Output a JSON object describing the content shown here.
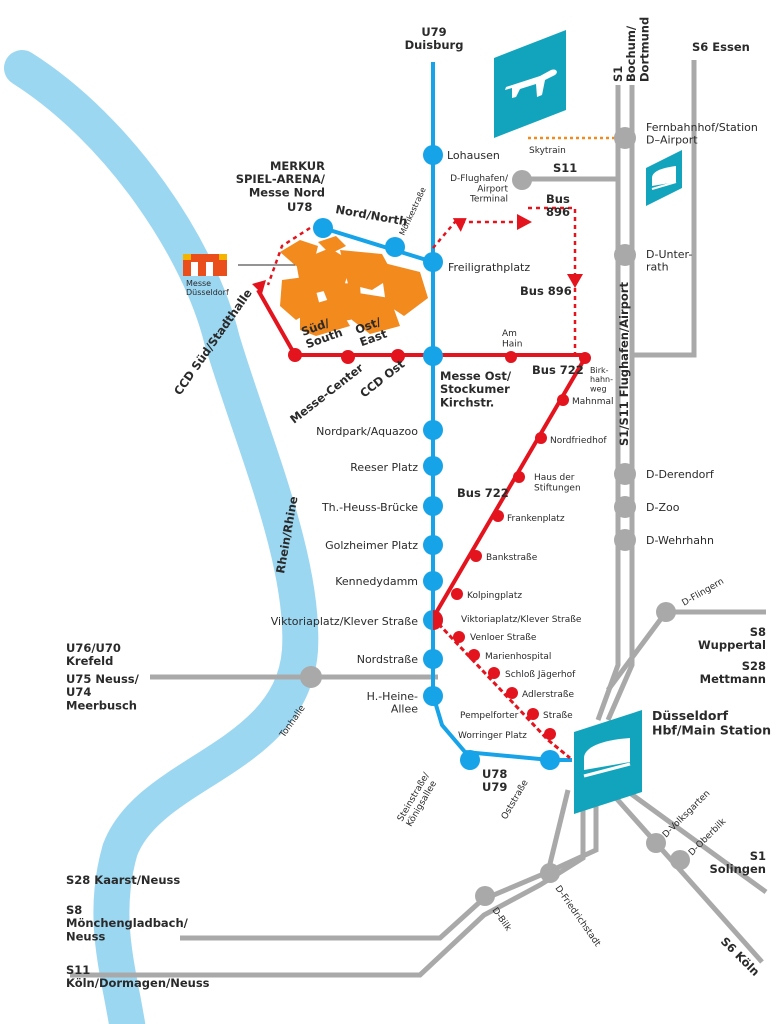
{
  "colors": {
    "blue": "#16a3e8",
    "red": "#e3141e",
    "grey": "#a9a9a9",
    "river": "#9cd7f2",
    "teal": "#13a4bd",
    "orange": "#f28a1e"
  },
  "lines": {
    "u79_top": "U79\nDuisburg",
    "s1_top": "S1\nBochum/\nDortmund",
    "s6_essen": "S6 Essen",
    "skytrain": "Skytrain",
    "s11": "S11",
    "bus896_a": "Bus\n896",
    "bus896_b": "Bus 896",
    "bus722_a": "Bus 722",
    "bus722_b": "Bus 722",
    "s1_s11": "S1/S11 Flughafen/Airport",
    "s8_wuppertal": "S8\nWuppertal",
    "s28_mettmann": "S28\nMettmann",
    "u76_u70": "U76/U70\nKrefeld",
    "u75_u74": "U75 Neuss/\nU74\nMeerbusch",
    "s1_solingen": "S1\nSolingen",
    "s6_koeln": "S6 Köln",
    "s28_kaarst": "S28 Kaarst/Neuss",
    "s8_mg": "S8\nMönchengladbach/\nNeuss",
    "s11_koeln": "S11\nKöln/Dormagen/Neuss",
    "u78_u79": "U78\nU79",
    "u78": "U78"
  },
  "places": {
    "merkur": "MERKUR\nSPIEL-ARENA/\nMesse Nord",
    "messe_logo": "Messe\nDüsseldorf",
    "nord": "Nord/North",
    "sued": "Süd/\nSouth",
    "ost": "Ost/\nEast",
    "rhein": "Rhein/Rhine",
    "hbf": "Düsseldorf\nHbf/Main Station"
  },
  "stations": {
    "lohausen": "Lohausen",
    "flughafen_terminal": "D-Flughafen/\nAirport\nTerminal",
    "fernbahnhof": "Fernbahnhof/Station\nD–Airport",
    "moerikestrasse": "Mörikestraße",
    "freiligrathplatz": "Freiligrathplatz",
    "unterrath": "D-Unter-\nrath",
    "am_hain": "Am\nHain",
    "messe_ost": "Messe Ost/\nStockumer\nKirchstr.",
    "birkhahnweg": "Birk-\nhahn-\nweg",
    "mahnmal": "Mahnmal",
    "nordfriedhof": "Nordfriedhof",
    "haus_der_stiftungen": "Haus der\nStiftungen",
    "frankenplatz": "Frankenplatz",
    "bankstrasse": "Bankstraße",
    "kolpingplatz": "Kolpingplatz",
    "viktoriaplatz_red": "Viktoriaplatz/Klever Straße",
    "venloer": "Venloer Straße",
    "marienhospital": "Marienhospital",
    "schloss": "Schloß Jägerhof",
    "adlerstrasse": "Adlerstraße",
    "pempelforter": "Pempelforter",
    "strasse": "Straße",
    "worringer": "Worringer Platz",
    "ccd_sued": "CCD Süd/Stadthalle",
    "messe_center": "Messe-Center",
    "ccd_ost": "CCD Ost",
    "nordpark": "Nordpark/Aquazoo",
    "reeser": "Reeser Platz",
    "heuss": "Th.-Heuss-Brücke",
    "golzheimer": "Golzheimer Platz",
    "kennedydamm": "Kennedydamm",
    "viktoriaplatz_blue": "Viktoriaplatz/Klever Straße",
    "nordstrasse": "Nordstraße",
    "heine": "H.-Heine-\nAllee",
    "tonhalle": "Tonhalle",
    "steinstrasse": "Steinstraße/\nKönigsallee",
    "oststrasse": "Oststraße",
    "derendorf": "D-Derendorf",
    "zoo": "D-Zoo",
    "wehrhahn": "D-Wehrhahn",
    "flingern": "D-Flingern",
    "volksgarten": "D-Volksgarten",
    "oberbilk": "D-Oberbilk",
    "bilk": "D-Bilk",
    "friedrichstadt": "D-Friedrichstadt"
  }
}
